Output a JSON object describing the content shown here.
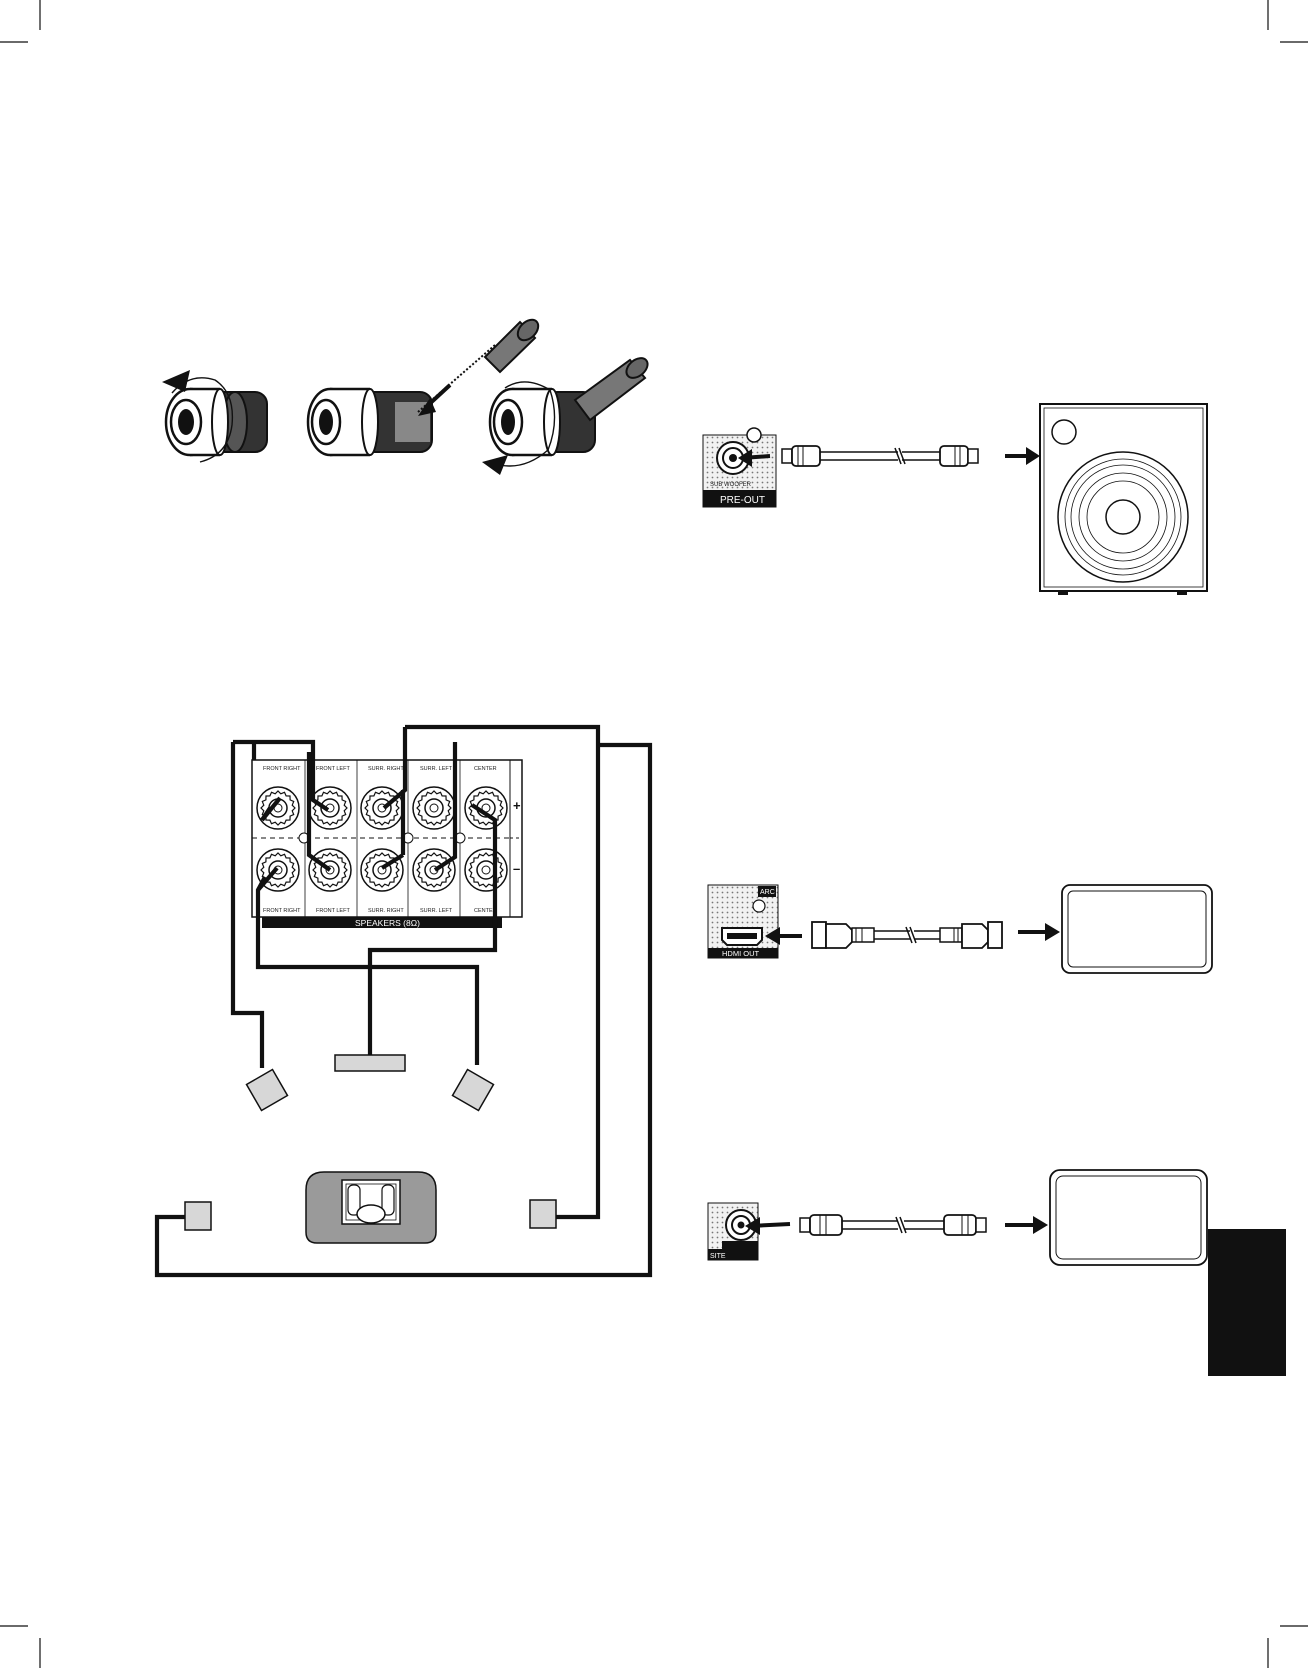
{
  "panel": {
    "channels": [
      {
        "top_label": "FRONT RIGHT",
        "bottom_label": "FRONT RIGHT"
      },
      {
        "top_label": "FRONT LEFT",
        "bottom_label": "FRONT LEFT"
      },
      {
        "top_label": "SURR. RIGHT",
        "bottom_label": "SURR. RIGHT"
      },
      {
        "top_label": "SURR. LEFT",
        "bottom_label": "SURR. LEFT"
      },
      {
        "top_label": "CENTER",
        "bottom_label": "CENTER"
      }
    ],
    "speakers_label": "SPEAKERS (8Ω)",
    "plus_sign": "+",
    "minus_sign": "–"
  },
  "subwoofer": {
    "jack_label": "SUB WOOFER",
    "bar_label": "PRE-OUT"
  },
  "hdmi": {
    "arc_badge": "ARC",
    "out_label": "HDMI OUT"
  },
  "optical": {
    "bar_label": "SITE"
  },
  "colors": {
    "ink": "#111111",
    "seat_fill": "#9a9a9a",
    "speaker_fill": "#d7d7d7",
    "panel_bar": "#111111"
  }
}
